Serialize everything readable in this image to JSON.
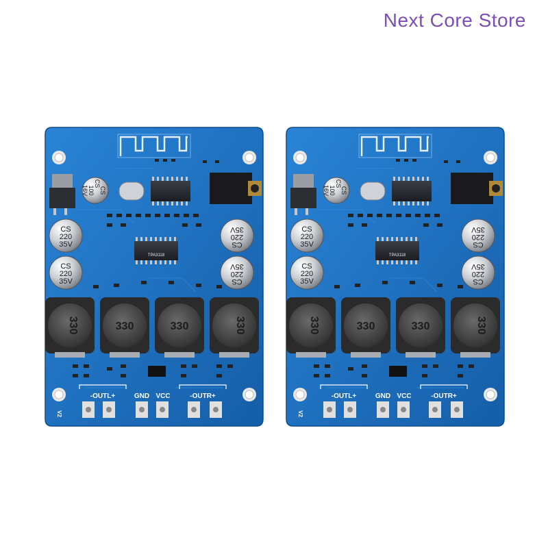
{
  "store": {
    "name": "Next Core Store"
  },
  "board": {
    "labels": {
      "outl": "-OUTL+",
      "gnd": "GND",
      "vcc": "VCC",
      "outr": "-OUTR+",
      "version": "V2",
      "chip": "TPA3118"
    },
    "cap_small": [
      "CS",
      "100",
      "16V"
    ],
    "cap_big": [
      "CS",
      "220",
      "35V"
    ],
    "inductor": "330"
  },
  "colors": {
    "pcb": "#1f74c4",
    "pcb_dark": "#155a9e",
    "store_text": "#7b4fb3"
  }
}
